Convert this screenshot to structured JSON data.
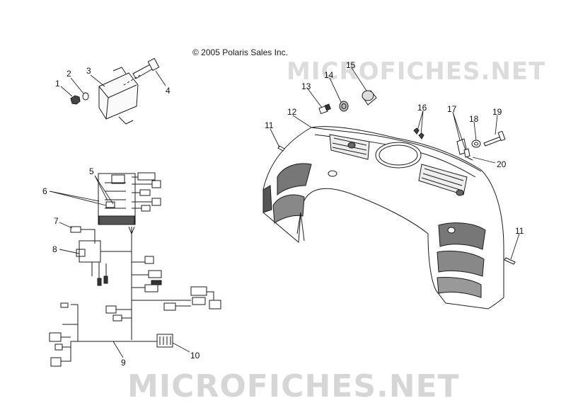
{
  "copyright": "© 2005 Polaris Sales Inc.",
  "watermark_top": "MICROFICHES.NET",
  "watermark_bottom": "MICROFICHES.NET",
  "callouts": [
    "1",
    "2",
    "3",
    "4",
    "5",
    "6",
    "7",
    "8",
    "9",
    "10",
    "11",
    "12",
    "13",
    "14",
    "15",
    "16",
    "17",
    "18",
    "19",
    "20",
    "11"
  ],
  "colors": {
    "ink": "#1b1b1b",
    "watermark": "#d8d8d8",
    "background": "#ffffff"
  }
}
